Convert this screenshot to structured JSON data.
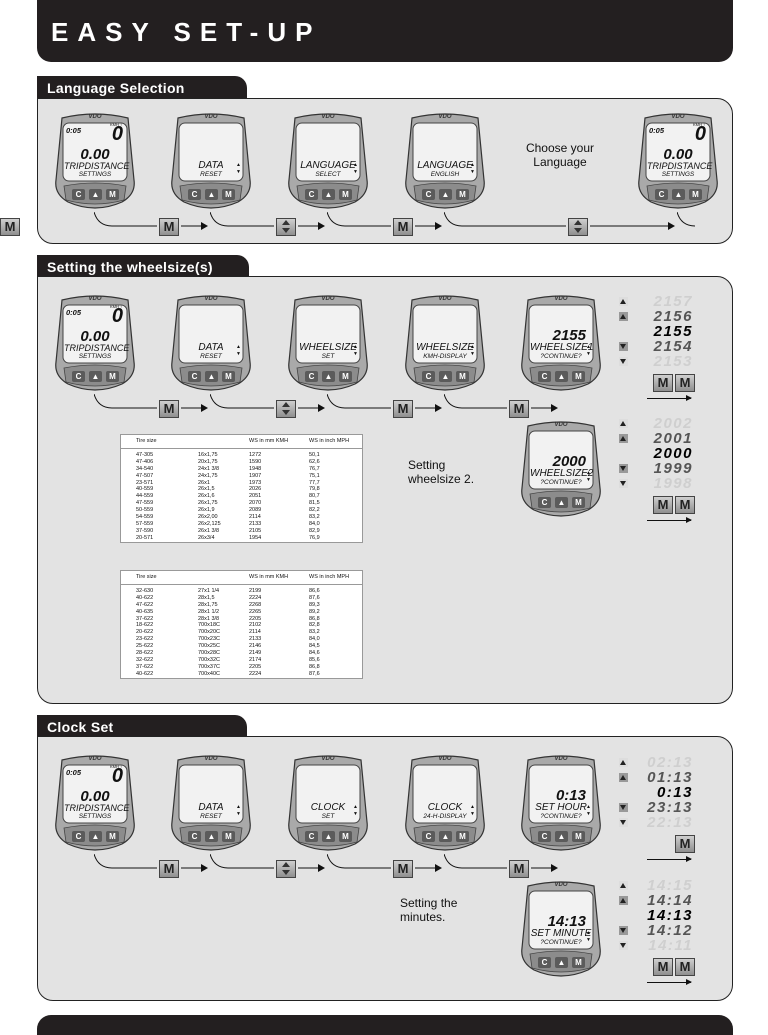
{
  "title": "EASY SET-UP",
  "icons": {
    "mode_button": "M",
    "plus_minus_button": "up-down-arrows-icon",
    "arrow": "right-arrow-icon"
  },
  "colors": {
    "header": "#231f20",
    "panel": "#e3e3e3"
  },
  "device": {
    "brand": "VDO",
    "kmh": "KMH ↑",
    "buttons": [
      "C",
      "▲",
      "M"
    ]
  },
  "language": {
    "heading": "Language Selection",
    "screens": [
      {
        "clock": "0:05",
        "big": "0.00",
        "deg": "0",
        "line1": "TRIPDISTANCE",
        "line2": "SETTINGS"
      },
      {
        "line1": "DATA",
        "line2": "RESET"
      },
      {
        "line1": "LANGUAGE",
        "line2": "SELECT"
      },
      {
        "line1": "LANGUAGE",
        "line2": "ENGLISH"
      },
      {
        "clock": "0:05",
        "big": "0.00",
        "deg": "0",
        "line1": "TRIPDISTANCE",
        "line2": "SETTINGS"
      }
    ],
    "note": "Choose your Language",
    "controls": [
      "M",
      "±",
      "M",
      "±",
      "M"
    ]
  },
  "wheel": {
    "heading": "Setting the wheelsize(s)",
    "screens": [
      {
        "clock": "0:05",
        "big": "0.00",
        "deg": "0",
        "line1": "TRIPDISTANCE",
        "line2": "SETTINGS"
      },
      {
        "line1": "DATA",
        "line2": "RESET"
      },
      {
        "line1": "WHEELSIZE",
        "line2": "SET"
      },
      {
        "line1": "WHEELSIZE",
        "line2": "KMH-DISPLAY"
      },
      {
        "value": "2155",
        "line1": "WHEELSIZE1",
        "line2": "?CONTINUE?"
      }
    ],
    "screen2": {
      "value": "2000",
      "line1": "WHEELSIZE2",
      "line2": "?CONTINUE?"
    },
    "note": "Setting wheelsize 2.",
    "controls": [
      "M",
      "±",
      "M",
      "M"
    ],
    "seq1": [
      "2157",
      "2156",
      "2155",
      "2154",
      "2153"
    ],
    "seq2": [
      "2002",
      "2001",
      "2000",
      "1999",
      "1998"
    ],
    "seq_buttons": [
      "M",
      "M"
    ],
    "table_headers": [
      "Tire size",
      "WS in mm KMH",
      "WS in inch MPH"
    ],
    "table1": [
      [
        "47-305",
        "16x1,75",
        "1272",
        "50,1"
      ],
      [
        "47-406",
        "20x1,75",
        "1590",
        "62,6"
      ],
      [
        "34-540",
        "24x1 3/8",
        "1948",
        "76,7"
      ],
      [
        "47-507",
        "24x1,75",
        "1907",
        "75,1"
      ],
      [
        "23-571",
        "26x1",
        "1973",
        "77,7"
      ],
      [
        "40-559",
        "26x1,5",
        "2026",
        "79,8"
      ],
      [
        "44-559",
        "26x1,6",
        "2051",
        "80,7"
      ],
      [
        "47-559",
        "26x1,75",
        "2070",
        "81,5"
      ],
      [
        "50-559",
        "26x1,9",
        "2089",
        "82,2"
      ],
      [
        "54-559",
        "26x2,00",
        "2114",
        "83,2"
      ],
      [
        "57-559",
        "26x2,125",
        "2133",
        "84,0"
      ],
      [
        "37-590",
        "26x1 3/8",
        "2105",
        "82,9"
      ],
      [
        "20-571",
        "26x3/4",
        "1954",
        "76,9"
      ]
    ],
    "table2": [
      [
        "32-630",
        "27x1 1/4",
        "2199",
        "86,6"
      ],
      [
        "40-622",
        "28x1,5",
        "2224",
        "87,6"
      ],
      [
        "47-622",
        "28x1,75",
        "2268",
        "89,3"
      ],
      [
        "40-635",
        "28x1 1/2",
        "2265",
        "89,2"
      ],
      [
        "37-622",
        "28x1 3/8",
        "2205",
        "86,8"
      ],
      [
        "18-622",
        "700x18C",
        "2102",
        "82,8"
      ],
      [
        "20-622",
        "700x20C",
        "2114",
        "83,2"
      ],
      [
        "23-622",
        "700x23C",
        "2133",
        "84,0"
      ],
      [
        "25-622",
        "700x25C",
        "2146",
        "84,5"
      ],
      [
        "28-622",
        "700x28C",
        "2149",
        "84,6"
      ],
      [
        "32-622",
        "700x32C",
        "2174",
        "85,6"
      ],
      [
        "37-622",
        "700x37C",
        "2205",
        "86,8"
      ],
      [
        "40-622",
        "700x40C",
        "2224",
        "87,6"
      ]
    ]
  },
  "clock": {
    "heading": "Clock Set",
    "screens": [
      {
        "clock": "0:05",
        "big": "0.00",
        "deg": "0",
        "line1": "TRIPDISTANCE",
        "line2": "SETTINGS"
      },
      {
        "line1": "DATA",
        "line2": "RESET"
      },
      {
        "line1": "CLOCK",
        "line2": "SET"
      },
      {
        "line1": "CLOCK",
        "line2": "24-H-DISPLAY"
      },
      {
        "value": "0:13",
        "line1": "SET HOUR",
        "line2": "?CONTINUE?"
      }
    ],
    "screen2": {
      "value": "14:13",
      "line1": "SET MINUTE",
      "line2": "?CONTINUE?"
    },
    "note": "Setting the minutes.",
    "controls": [
      "M",
      "±",
      "M",
      "M"
    ],
    "seq1": [
      "02:13",
      "01:13",
      "0:13",
      "23:13",
      "22:13"
    ],
    "seq2": [
      "14:15",
      "14:14",
      "14:13",
      "14:12",
      "14:11"
    ],
    "seq1_buttons": [
      "M"
    ],
    "seq2_buttons": [
      "M",
      "M"
    ]
  }
}
